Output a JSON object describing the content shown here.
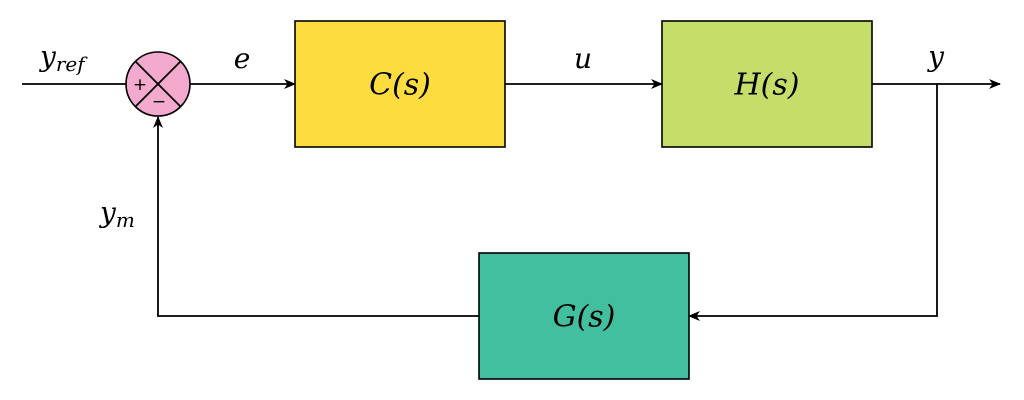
{
  "colors": {
    "summing_junction": "#f4a9cf",
    "controller": "#fddc3f",
    "plant": "#c5de6a",
    "sensor": "#41bf9e",
    "wire": "#000000"
  },
  "signals": {
    "reference": {
      "base": "y",
      "subscript": "ref"
    },
    "error": {
      "base": "e"
    },
    "control": {
      "base": "u"
    },
    "output": {
      "base": "y"
    },
    "measured": {
      "base": "y",
      "subscript": "m"
    }
  },
  "summing_junction": {
    "plus_sign": "+",
    "minus_sign": "−"
  },
  "blocks": {
    "controller": {
      "label": "C(s)"
    },
    "plant": {
      "label": "H(s)"
    },
    "sensor": {
      "label": "G(s)"
    }
  }
}
